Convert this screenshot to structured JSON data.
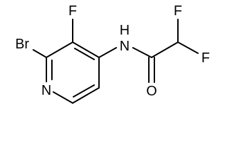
{
  "molecule": {
    "atoms": {
      "br": "Br",
      "f_ring": "F",
      "nh": "H",
      "nh_n": "N",
      "ring_n": "N",
      "f_top": "F",
      "f_right": "F",
      "o": "O"
    },
    "colors": {
      "ink": "#000000",
      "background": "#ffffff"
    }
  }
}
